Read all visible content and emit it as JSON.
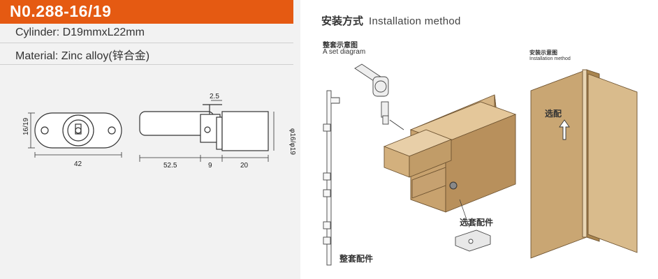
{
  "product": {
    "model": "N0.288-16/19",
    "cylinder": "Cylinder: D19mmxL22mm",
    "material": "Material: Zinc alloy(锌合金)"
  },
  "dimensions": {
    "height": "16/19",
    "width": "42",
    "length": "52.5",
    "offset": "9",
    "body": "20",
    "top_gap": "2.5",
    "diameter": "φ16/φ19"
  },
  "installation": {
    "title_zh": "安装方式",
    "title_en": "Installation method",
    "diagram1_zh": "整套示意图",
    "diagram1_en": "A set diagram",
    "diagram2_zh": "安装示意图",
    "diagram2_en": "Installation method",
    "label_optional_parts": "选套配件",
    "label_complete_parts": "整套配件",
    "label_optional": "选配"
  },
  "colors": {
    "accent": "#e55a12",
    "wood": "#c8a26e"
  }
}
